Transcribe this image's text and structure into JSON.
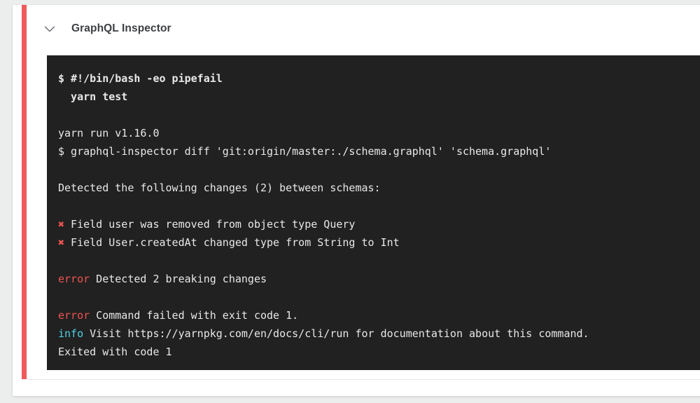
{
  "card": {
    "status_color": "#ef5a5a",
    "header": {
      "toggle_icon": "chevron-down-icon",
      "title": "GraphQL Inspector"
    }
  },
  "terminal": {
    "background_color": "#212121",
    "text_color": "#e8e8e8",
    "error_color": "#ef5350",
    "info_color": "#4dd0e1",
    "lines": [
      {
        "type": "cmd",
        "text": "$ #!/bin/bash -eo pipefail"
      },
      {
        "type": "cmd",
        "text": "  yarn test"
      },
      {
        "type": "blank",
        "text": ""
      },
      {
        "type": "plain",
        "text": "yarn run v1.16.0"
      },
      {
        "type": "plain",
        "text": "$ graphql-inspector diff 'git:origin/master:./schema.graphql' 'schema.graphql'"
      },
      {
        "type": "blank",
        "text": ""
      },
      {
        "type": "plain",
        "text": "Detected the following changes (2) between schemas:"
      },
      {
        "type": "blank",
        "text": ""
      },
      {
        "type": "cross",
        "marker": "✖",
        "text": " Field user was removed from object type Query"
      },
      {
        "type": "cross",
        "marker": "✖",
        "text": " Field User.createdAt changed type from String to Int"
      },
      {
        "type": "blank",
        "text": ""
      },
      {
        "type": "error",
        "marker": "error",
        "text": " Detected 2 breaking changes"
      },
      {
        "type": "blank",
        "text": ""
      },
      {
        "type": "error",
        "marker": "error",
        "text": " Command failed with exit code 1."
      },
      {
        "type": "info",
        "marker": "info",
        "text": " Visit https://yarnpkg.com/en/docs/cli/run for documentation about this command."
      },
      {
        "type": "plain",
        "text": "Exited with code 1"
      }
    ]
  }
}
